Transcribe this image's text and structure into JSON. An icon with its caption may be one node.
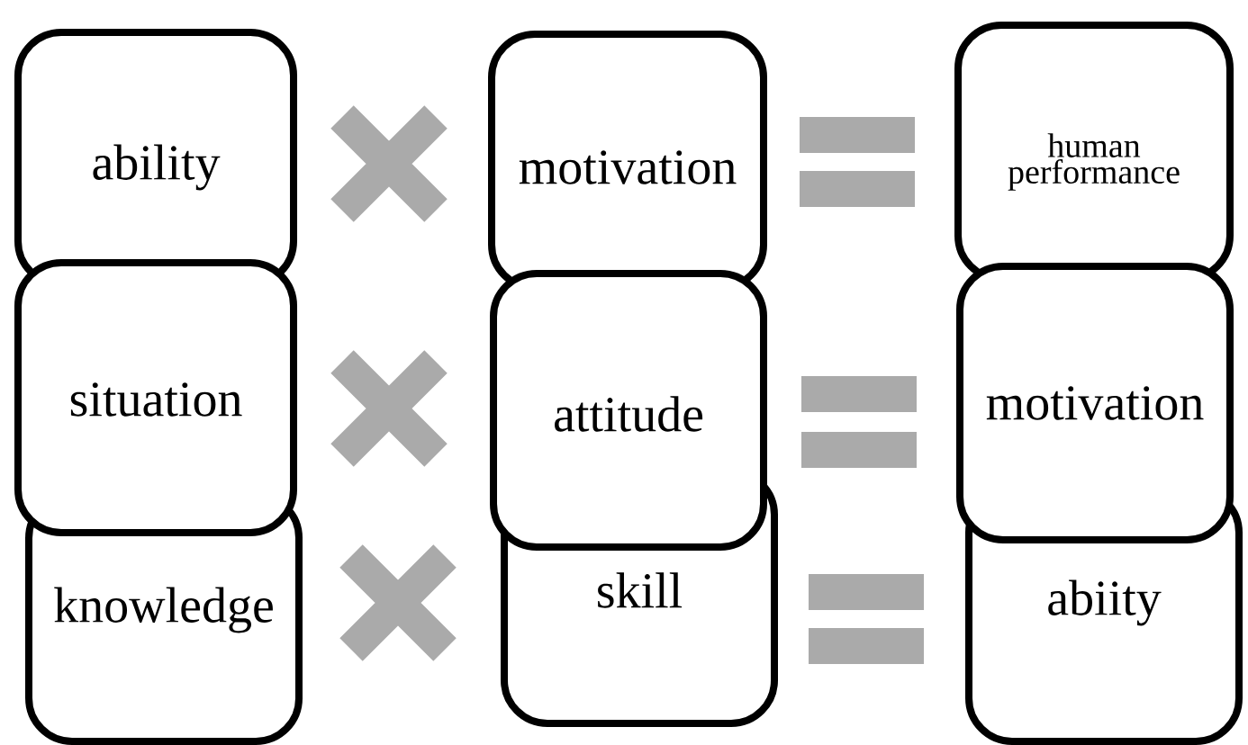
{
  "diagram": {
    "nodes": [
      {
        "text": [
          "ability"
        ]
      },
      {
        "text": [
          "motivation"
        ]
      },
      {
        "text": [
          "human performance"
        ]
      },
      {
        "text": [
          "situation"
        ]
      },
      {
        "text": [
          "attitude"
        ]
      },
      {
        "text": [
          "motivation"
        ]
      },
      {
        "text": [
          "knowledge"
        ]
      },
      {
        "text": [
          "skill"
        ]
      },
      {
        "text": [
          "abiity"
        ]
      }
    ]
  }
}
